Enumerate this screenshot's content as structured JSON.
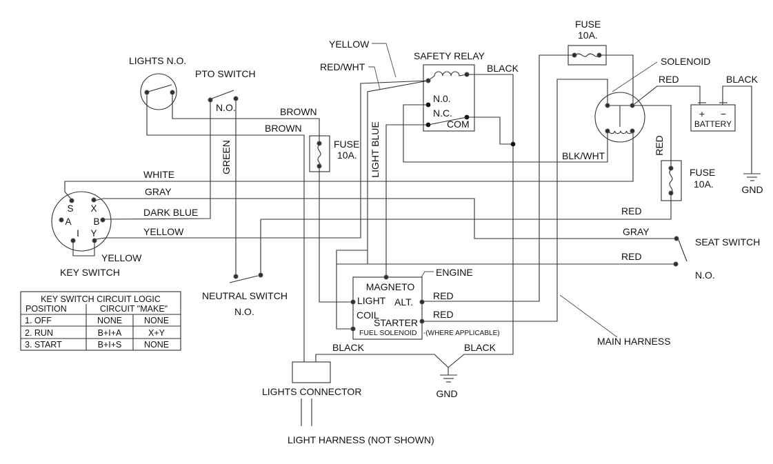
{
  "colors": {
    "background": "#ffffff",
    "line": "#2f2f2f",
    "text": "#111111"
  },
  "labels": {
    "lights_switch": "LIGHTS N.O.",
    "pto_switch": "PTO SWITCH",
    "pto_state": "N.O.",
    "brown_upper": "BROWN",
    "brown_lower": "BROWN",
    "green": "GREEN",
    "white": "WHITE",
    "gray": "GRAY",
    "dark_blue": "DARK BLUE",
    "yellow_key": "YELLOW",
    "yellow_loop": "YELLOW",
    "key_switch": "KEY SWITCH",
    "yellow_relay": "YELLOW",
    "red_wht": "RED/WHT",
    "safety_relay": "SAFETY RELAY",
    "relay_no": "N.0.",
    "relay_nc": "N.C.",
    "relay_com": "COM",
    "black_relay": "BLACK",
    "light_blue": "LIGHT BLUE",
    "fuse_mid": "FUSE",
    "fuse_mid_rating": "10A.",
    "fuse_top": "FUSE",
    "fuse_top_rating": "10A.",
    "fuse_right": "FUSE",
    "fuse_right_rating": "10A.",
    "solenoid": "SOLENOID",
    "red_battery": "RED",
    "black_battery": "BLACK",
    "battery": "BATTERY",
    "battery_plus": "+",
    "battery_minus": "−",
    "gnd_battery": "GND",
    "blk_wht": "BLK/WHT",
    "red_fuse_vert": "RED",
    "red_main": "RED",
    "gray_seat": "GRAY",
    "red_seat": "RED",
    "seat_switch": "SEAT SWITCH",
    "seat_state": "N.O.",
    "main_harness": "MAIN HARNESS",
    "neutral_switch": "NEUTRAL SWITCH",
    "neutral_state": "N.O.",
    "engine": "ENGINE",
    "magneto": "MAGNETO",
    "magneto_light": "LIGHT",
    "magneto_coil": "COIL",
    "alt": "ALT.",
    "starter": "STARTER",
    "fuel_solenoid": "FUEL SOLENOID",
    "where_applicable": "-(WHERE APPLICABLE)",
    "red_alt": "RED",
    "red_starter": "RED",
    "black_connector": "BLACK",
    "black_engine": "BLACK",
    "gnd_engine": "GND",
    "lights_connector": "LIGHTS CONNECTOR",
    "light_harness": "LIGHT HARNESS (NOT SHOWN)"
  },
  "key_switch_terminals": [
    "S",
    "X",
    "A",
    "B",
    "I",
    "Y"
  ],
  "logic_table": {
    "title": "KEY SWITCH CIRCUIT LOGIC",
    "col_position": "POSITION",
    "col_circuit": "CIRCUIT \"MAKE\"",
    "rows": [
      [
        "1. OFF",
        "NONE",
        "NONE"
      ],
      [
        "2. RUN",
        "B+I+A",
        "X+Y"
      ],
      [
        "3. START",
        "B+I+S",
        "NONE"
      ]
    ]
  }
}
